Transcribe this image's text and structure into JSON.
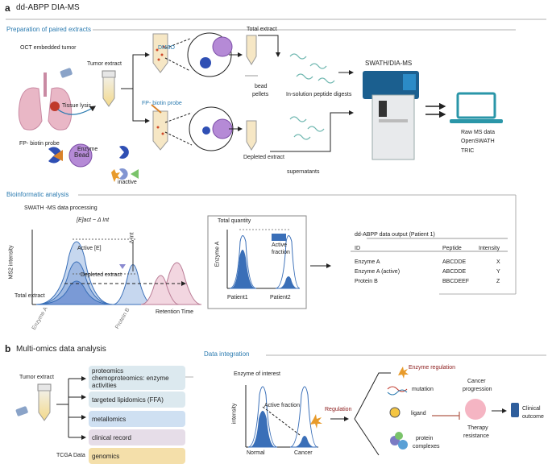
{
  "panel_a": {
    "letter": "a",
    "title": "dd-ABPP DIA-MS",
    "section1": "Preparation of paired extracts",
    "oct": "OCT embedded tumor",
    "tumor_extract": "Tumor extract",
    "tissue_lysis": "Tissue lysis",
    "dmso": "DMSO",
    "fp_probe": "FP- biotin probe",
    "total_extract": "Total extract",
    "bead_pellets_1": "bead",
    "bead_pellets_2": "pellets",
    "depleted_extract": "Depleted extract",
    "insolution": "In-solution peptide digests",
    "supernatants": "supernatants",
    "swath": "SWATH/DIA-MS",
    "raw1": "Raw MS data",
    "raw2": "OpenSWATH",
    "raw3": "TRIC",
    "legend_probe": "FP- biotin probe",
    "legend_enzyme": "Enzyme",
    "legend_bead": "Bead",
    "legend_inactive": "inactive",
    "section2": "Bioinformatic analysis",
    "swath_proc": "SWATH -MS data processing",
    "formula": "[E]act  ~  Δ Int",
    "active_e": "Active [E]",
    "delta_int": "Δ Int",
    "depleted": "Depleted extract",
    "total": "Total extract",
    "ms2": "MS2 intensity",
    "enzA": "Enzyme A",
    "protB": "Protein B",
    "rt": "Retention Time",
    "total_qty": "Total quantity",
    "enzyme_a_axis": "Enzyme A",
    "active1": "Active",
    "active2": "fraction",
    "patient1": "Patient1",
    "patient2": "Patient2",
    "output_title": "dd-ABPP data output (Patient 1)",
    "table_headers": [
      "ID",
      "Peptide",
      "Intensity"
    ],
    "table_rows": [
      [
        "Enzyme A",
        "ABCDDE",
        "X"
      ],
      [
        "Enzyme A (active)",
        "ABCDDE",
        "Y"
      ],
      [
        "Protein B",
        "BBCDEEF",
        "Z"
      ]
    ]
  },
  "panel_b": {
    "letter": "b",
    "title": "Multi-omics data analysis",
    "tumor_extract": "Tumor extract",
    "omics": [
      "proteomics\nchemoproteomics: enzyme\nactivities",
      "targeted lipidomics (FFA)",
      "metallomics",
      "clinical record",
      "genomics"
    ],
    "tcga": "TCGA Data",
    "integration": "Data integration",
    "enzyme_interest": "Enzyme of interest",
    "intensity": "intensity",
    "active_fraction": "Active fraction",
    "normal": "Normal",
    "cancer": "Cancer",
    "regulation": "Regulation",
    "enzyme_regulation": "Enzyme regulation",
    "mutation": "mutation",
    "ligand": "ligand",
    "protein": "protein",
    "complexes": "complexes",
    "cancer_prog1": "Cancer",
    "cancer_prog2": "progression",
    "clinical1": "Clinical",
    "clinical2": "outcome",
    "therapy1": "Therapy",
    "therapy2": "resistance"
  },
  "colors": {
    "accent_blue": "#2b7bb0",
    "peak_blue": "#3a6fb8",
    "purple": "#9d6ec0",
    "pink": "#d9a9b8"
  }
}
